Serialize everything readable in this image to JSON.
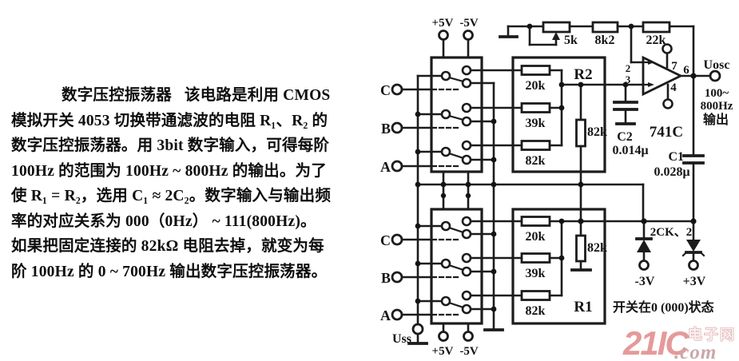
{
  "description": {
    "title": "数字压控振荡器",
    "line1_rest": "该电路是利用 CMOS",
    "lines": [
      "模拟开关 4053 切换带通滤波的电阻 R₁、R₂ 的",
      "数字压控振荡器。用 3bit 数字输入，可得每阶",
      "100Hz 的范围为 100Hz ~ 800Hz 的输出。为了",
      "使 R₁ = R₂，选用 C₁ ≈ 2C₂。数字输入与输出频",
      "率的对应关系为 000（0Hz） ~ 111(800Hz)。",
      "如果把固定连接的 82kΩ 电阻去掉，就变为每",
      "阶 100Hz 的 0 ~ 700Hz 输出数字压控振荡器。"
    ]
  },
  "circuit": {
    "supply_top_pos": "+5V",
    "supply_top_neg": "-5V",
    "supply_bottom_pos": "+5V",
    "supply_bottom_neg": "-5V",
    "input_c_top": "C",
    "input_b_top": "B",
    "input_a_top": "A",
    "input_c_bottom": "C",
    "input_b_bottom": "B",
    "input_a_bottom": "A",
    "uss": "Uss",
    "pot": "5k",
    "r_8k2": "8k2",
    "r_22k": "22k",
    "r2_block": {
      "name": "R2",
      "res1": "20k",
      "res2": "39k",
      "res3": "82k",
      "res_shunt": "82k"
    },
    "r1_block": {
      "name": "R1",
      "res1": "20k",
      "res2": "39k",
      "res3": "82k",
      "res_shunt": "82k"
    },
    "opamp": {
      "part": "741C",
      "pin2": "2",
      "pin3": "3",
      "pin4": "4",
      "pin6": "6",
      "pin7": "7"
    },
    "c2": {
      "name": "C2",
      "value": "0.014μ"
    },
    "c1": {
      "name": "C1",
      "value": "0.028μ"
    },
    "output": {
      "terminal": "Uosc",
      "freq_line1": "100~",
      "freq_line2": "800Hz",
      "label": "输出"
    },
    "diodes": {
      "label": "2CK、2",
      "neg": "-3V",
      "pos": "+3V"
    },
    "note": "开关在0 (000)状态"
  },
  "watermark": {
    "brand": "21IC",
    "site_cn": "电子网",
    "suffix": ".com"
  }
}
